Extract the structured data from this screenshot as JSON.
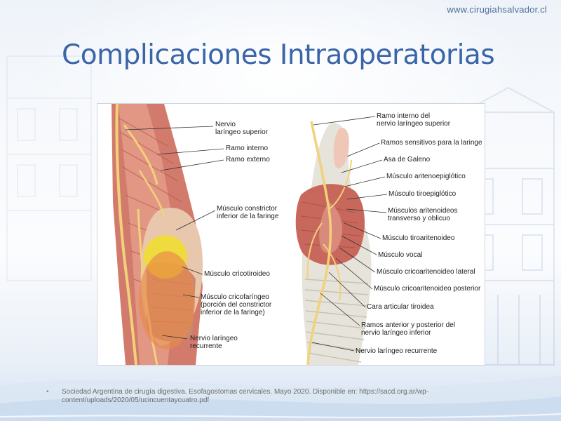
{
  "header": {
    "site_url": "www.cirugiahsalvador.cl"
  },
  "slide": {
    "title": "Complicaciones Intraoperatorias"
  },
  "figure": {
    "left_panel_labels": [
      "Nervio\nlaríngeo superior",
      "Ramo interno",
      "Ramo externo",
      "Músculo constrictor\ninferior de la faringe",
      "Músculo cricotiroideo",
      "Músculo cricofaríngeo\n(porción del constrictor\ninferior de la faringe)",
      "Nervio laríngeo\nrecurrente"
    ],
    "right_panel_labels": [
      "Ramo interno del\nnervio laríngeo superior",
      "Ramos sensitivos para la laringe",
      "Asa de Galeno",
      "Músculo aritenoepiglótico",
      "Músculo tiroepiglótico",
      "Músculos aritenoideos\ntransverso y oblicuo",
      "Músculo tiroaritenoideo",
      "Músculo vocal",
      "Músculo cricoaritenoideo lateral",
      "Músculo cricoaritenoideo posterior",
      "Cara articular tiroidea",
      "Ramos anterior y posterior del\nnervio laríngeo inferior",
      "Nervio laríngeo recurrente"
    ],
    "highlight_colors": {
      "yellow": "#f3e21b",
      "orange": "#e8894a"
    }
  },
  "footnote": {
    "bullet": "•",
    "text": "Sociedad Argentina de cirugía digestiva. Esofagostomas cervicales. Mayo 2020. Disponible en: https://sacd.org.ar/wp-content/uploads/2020/05/ucincuentaycuatro.pdf"
  },
  "theme": {
    "title_color": "#3a65a8",
    "url_color": "#4e6e9c"
  }
}
